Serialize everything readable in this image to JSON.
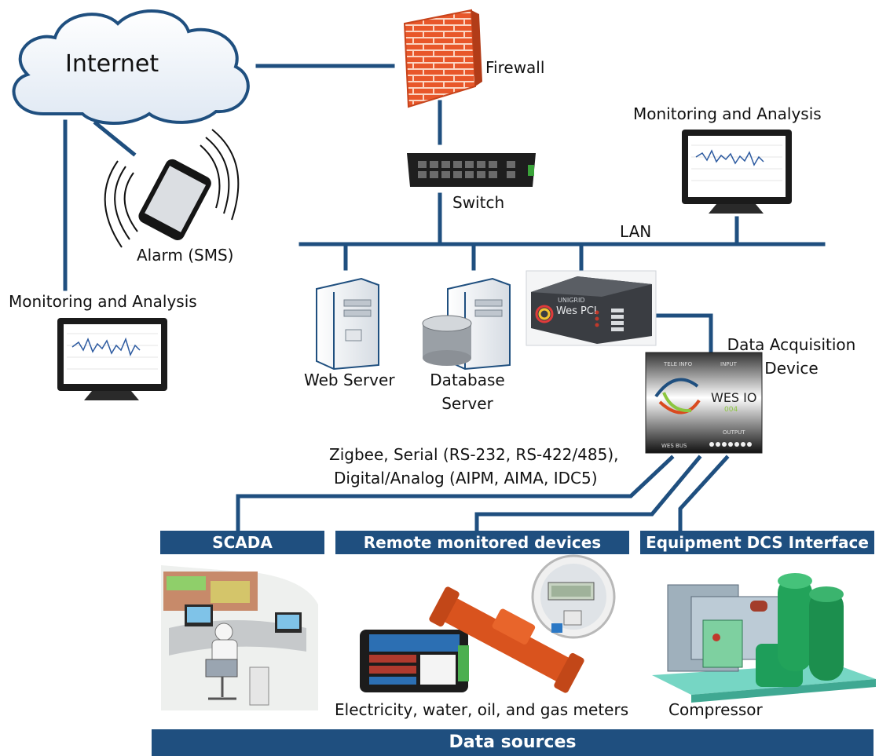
{
  "nodes": {
    "internet": "Internet",
    "firewall": "Firewall",
    "switch": "Switch",
    "lan": "LAN",
    "alarm": "Alarm (SMS)",
    "monitoring_left": "Monitoring and Analysis",
    "monitoring_right": "Monitoring and Analysis",
    "web_server": "Web Server",
    "database_server_line1": "Database",
    "database_server_line2": "Server",
    "daq_line1": "Data Acquisition",
    "daq_line2": "Device",
    "protocols_line1": "Zigbee, Serial (RS-232, RS-422/485),",
    "protocols_line2": "Digital/Analog (AIPM, AIMA, IDC5)",
    "meters": "Electricity, water, oil, and gas meters",
    "compressor": "Compressor"
  },
  "device_text": {
    "wes_pci_brand": "UNIGRID",
    "wes_pci_name": "Wes PCI",
    "wes_io_name": "WES IO",
    "wes_io_model": "004",
    "wes_io_tele": "TELE INFO",
    "wes_io_input": "INPUT",
    "wes_io_output": "OUTPUT",
    "wes_io_bus": "WES BUS"
  },
  "sections": {
    "scada": "SCADA",
    "remote": "Remote monitored devices",
    "dcs": "Equipment DCS Interface"
  },
  "footer": "Data sources",
  "colors": {
    "line": "#1f4f7f",
    "bar": "#1f4f7f",
    "firewall": "#e8572a"
  },
  "icons": [
    "cloud-icon",
    "firewall-icon",
    "switch-icon",
    "phone-icon",
    "monitor-icon",
    "server-icon",
    "database-icon",
    "wes-pci-device-icon",
    "wes-io-device-icon",
    "scada-control-room-illustration",
    "meters-illustration",
    "compressor-illustration"
  ]
}
